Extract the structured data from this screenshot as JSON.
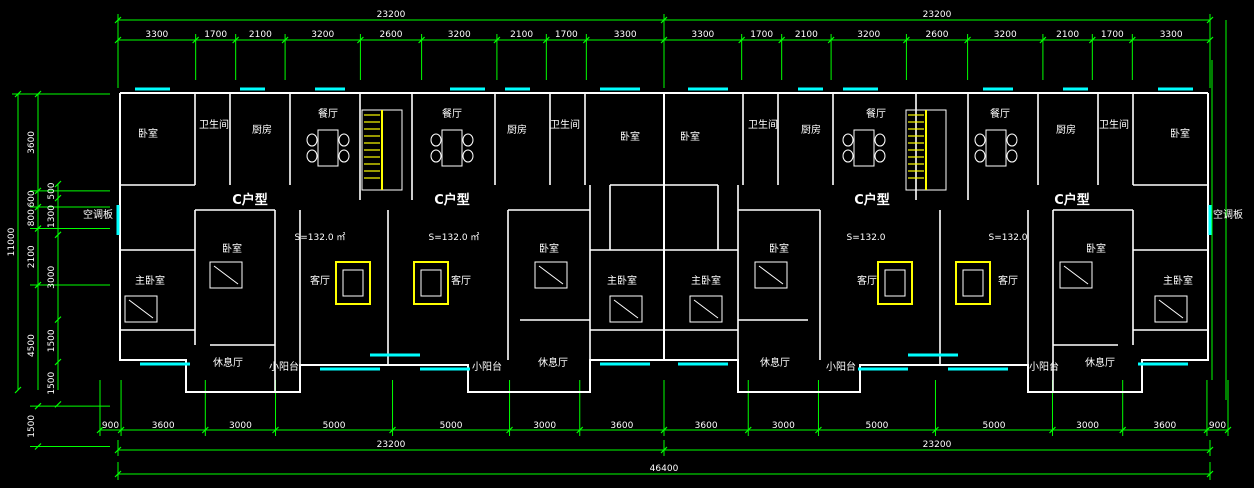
{
  "colors": {
    "background": "#000000",
    "dimension": "#00ff00",
    "wall": "#ffffff",
    "window": "#00ffff",
    "stair": "#ffff00",
    "text": "#ffffff"
  },
  "top_dims": {
    "totals": [
      "23200",
      "23200"
    ],
    "segments": [
      "3300",
      "1700",
      "2100",
      "3200",
      "2600",
      "3200",
      "2100",
      "1700",
      "3300",
      "3300",
      "1700",
      "2100",
      "3200",
      "2600",
      "3200",
      "2100",
      "1700",
      "3300"
    ]
  },
  "bottom_dims": {
    "segments": [
      "900",
      "3600",
      "3000",
      "5000",
      "5000",
      "3000",
      "3600",
      "3600",
      "3000",
      "5000",
      "5000",
      "3000",
      "3600",
      "900"
    ],
    "totals": [
      "23200",
      "23200"
    ],
    "overall": "46400"
  },
  "left_dims": {
    "overall": "11000",
    "outer": [
      "3600",
      "600",
      "800",
      "2100",
      "4500",
      "1500"
    ],
    "inner": [
      "500",
      "1300",
      "3000",
      "1500",
      "1500"
    ]
  },
  "rooms": {
    "bedroom": "卧室",
    "master_bedroom": "主卧室",
    "bathroom": "卫生间",
    "kitchen": "厨房",
    "dining": "餐厅",
    "living": "客厅",
    "lounge": "休息厅",
    "small_balcony": "小阳台",
    "ac_panel": "空调板"
  },
  "unit_labels": [
    "C户型",
    "C户型",
    "C户型",
    "C户型"
  ],
  "area_labels": [
    "S=132.0 ㎡",
    "S=132.0 ㎡",
    "S=132.0",
    "S=132.0"
  ]
}
